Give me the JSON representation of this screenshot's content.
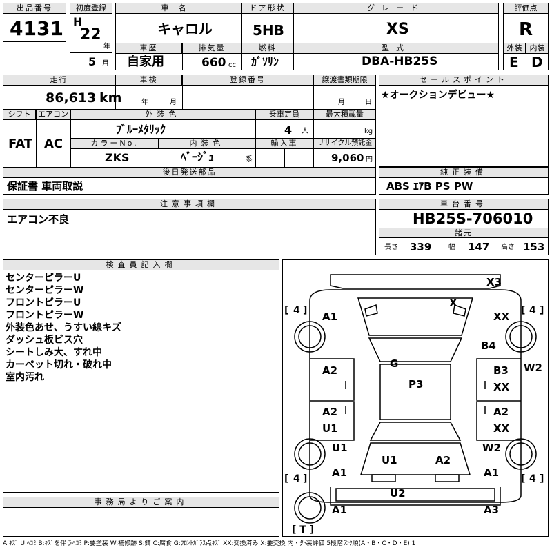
{
  "header": {
    "lot_label": "出品番号",
    "lot": "4131",
    "reg_label": "初度登録",
    "era": "H",
    "year": "22",
    "year_unit": "年",
    "month": "5",
    "month_unit": "月",
    "name_label": "車名",
    "name": "キャロル",
    "door_label": "ドア形状",
    "door": "5HB",
    "grade_label": "グレード",
    "grade": "XS",
    "score_label": "評価点",
    "score": "R",
    "history_label": "車歴",
    "history": "自家用",
    "cc_label": "排気量",
    "cc": "660",
    "cc_unit": "cc",
    "fuel_label": "燃料",
    "fuel": "ｶﾞｿﾘﾝ",
    "model_label": "型式",
    "model": "DBA-HB25S",
    "ext_label": "外装",
    "ext": "E",
    "int_label": "内装",
    "int": "D"
  },
  "row2": {
    "mileage_label": "走行",
    "mileage": "86,613",
    "mileage_unit": "km",
    "inspection_label": "車検",
    "insp_year": "年",
    "insp_month": "月",
    "plate_label": "登録番号",
    "transfer_label": "譲渡書類期限",
    "tr_day": "日",
    "tr_month": "月",
    "sales_label": "セールスポイント",
    "sales_point": "★オークションデビュー★",
    "shift_label": "シフト",
    "shift": "FAT",
    "ac_label": "エアコン",
    "ac": "AC",
    "color_label": "外装色",
    "color": "ﾌﾞﾙｰﾒﾀﾘｯｸ",
    "capacity_label": "乗車定員",
    "capacity": "4",
    "capacity_unit": "人",
    "load_label": "最大積載量",
    "load_unit": "kg",
    "colorno_label": "カラーNo.",
    "colorno": "ZKS",
    "intcolor_label": "内装色",
    "intcolor": "ﾍﾞｰｼﾞｭ",
    "intcolor_unit": "系",
    "import_label": "輸入車",
    "recycle_label": "リサイクル預託金",
    "recycle": "9,060",
    "recycle_unit": "円"
  },
  "parts": {
    "label": "後日発送部品",
    "value": "保証書 車両取説"
  },
  "equip": {
    "label": "純正装備",
    "value": "ABS ｴｱB PS PW"
  },
  "notes": {
    "label": "注意事項欄",
    "value": "エアコン不良"
  },
  "chassis": {
    "label": "車台番号",
    "value": "HB25S-706010"
  },
  "dims": {
    "label": "諸元",
    "len_label": "長さ",
    "len": "339",
    "wid_label": "幅",
    "wid": "147",
    "hgt_label": "高さ",
    "hgt": "153"
  },
  "inspector": {
    "label": "検査員記入欄",
    "lines": [
      "センターピラーU",
      "センターピラーW",
      "フロントピラーU",
      "フロントピラーW",
      "外装色あせ、うすい線キズ",
      "ダッシュ板ビス穴",
      "シートしみ大、すれ中",
      "カーペット切れ・破れ中",
      "室内汚れ"
    ]
  },
  "office": {
    "label": "事務局よりご案内"
  },
  "diagram": {
    "marks": [
      "X3",
      "X",
      "A1",
      "XX",
      "B4",
      "G",
      "A2",
      "P3",
      "B3",
      "XX",
      "W2",
      "A2",
      "A2",
      "U1",
      "XX",
      "U1",
      "U1",
      "A2",
      "W2",
      "A1",
      "A1",
      "U2",
      "A1",
      "A3"
    ],
    "tires": [
      "4",
      "4",
      "4",
      "4"
    ],
    "bracket_l": "[",
    "bracket_r": "]",
    "tire_box": "[ T ]"
  },
  "legend": "A:ｷｽﾞ U:ﾍｺﾐ B:ｷｽﾞを伴うﾍｺﾐ P:要塗装 W:補修跡 S:錆 C:腐食 G:ﾌﾛﾝﾄｶﾞﾗｽ点ｷｽﾞ XX:交換済み X:要交換 内・外装評価 5段階ﾗﾝｸ順(A・B・C・D・E) 1"
}
